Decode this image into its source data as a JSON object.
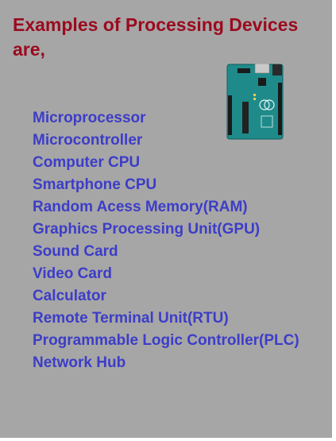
{
  "title": "Examples of Processing Devices are,",
  "items": [
    "Microprocessor",
    "Microcontroller",
    "Computer CPU",
    "Smartphone CPU",
    "Random Acess Memory(RAM)",
    "Graphics Processing Unit(GPU)",
    "Sound Card",
    "Video Card",
    "Calculator",
    "Remote Terminal Unit(RTU)",
    "Programmable Logic Controller(PLC)",
    "Network Hub"
  ],
  "colors": {
    "background": "#a6a6a6",
    "title": "#9b0a1e",
    "list": "#3d3dc8",
    "board": "#1f8a8a"
  },
  "image": {
    "icon": "arduino-uno-board-icon"
  }
}
